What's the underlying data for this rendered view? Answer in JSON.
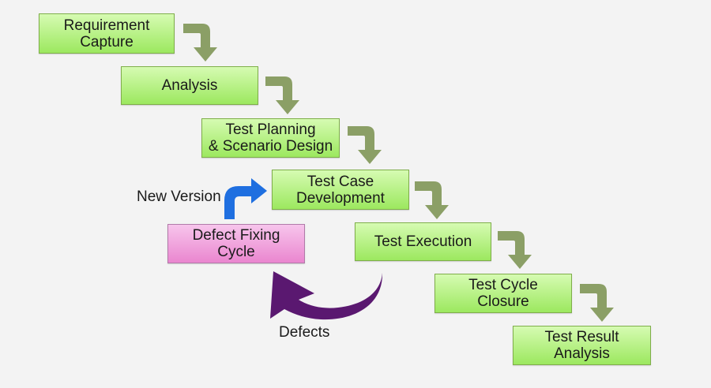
{
  "steps": [
    {
      "label": "Requirement\nCapture"
    },
    {
      "label": "Analysis"
    },
    {
      "label": "Test Planning\n& Scenario Design"
    },
    {
      "label": "Test Case\nDevelopment"
    },
    {
      "label": "Test Execution"
    },
    {
      "label": "Test Cycle\nClosure"
    },
    {
      "label": "Test Result\nAnalysis"
    }
  ],
  "defect_box": {
    "label": "Defect Fixing\nCycle"
  },
  "labels": {
    "new_version": "New Version",
    "defects": "Defects"
  },
  "colors": {
    "step_fill_top": "#d6fbb2",
    "step_fill_bottom": "#9ce85f",
    "defect_fill_top": "#f7c5ec",
    "defect_fill_bottom": "#ea86cf",
    "step_arrow": "#8b9f66",
    "new_version_arrow": "#1f6fe0",
    "defects_arrow": "#5a1870"
  }
}
